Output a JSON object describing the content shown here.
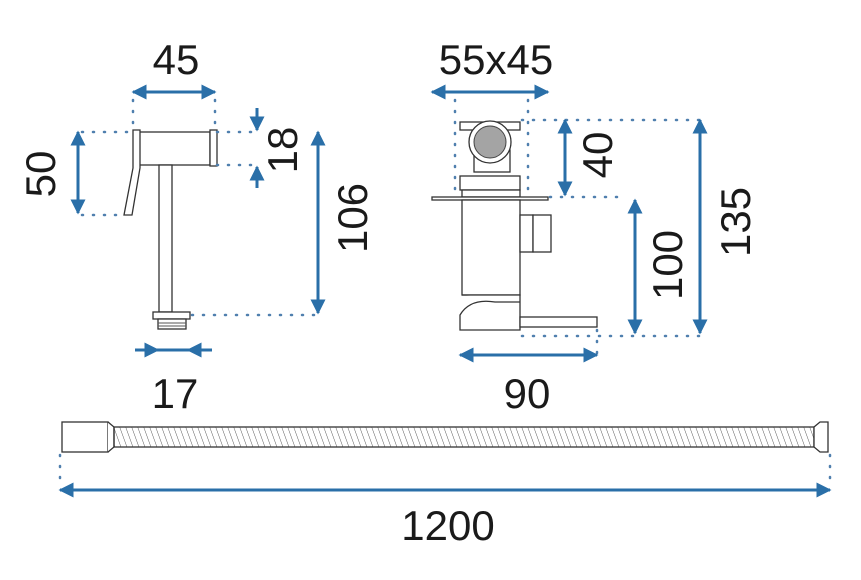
{
  "dimensions": {
    "head_width": "45",
    "head_height": "50",
    "head_thickness": "18",
    "sprayer_length": "106",
    "thread_diameter": "17",
    "holder_size": "55x45",
    "holder_top": "40",
    "holder_outlet_height": "100",
    "holder_total_height": "135",
    "holder_depth": "90",
    "hose_length": "1200"
  },
  "colors": {
    "dimension": "#2a6fa8",
    "outline": "#333333"
  }
}
